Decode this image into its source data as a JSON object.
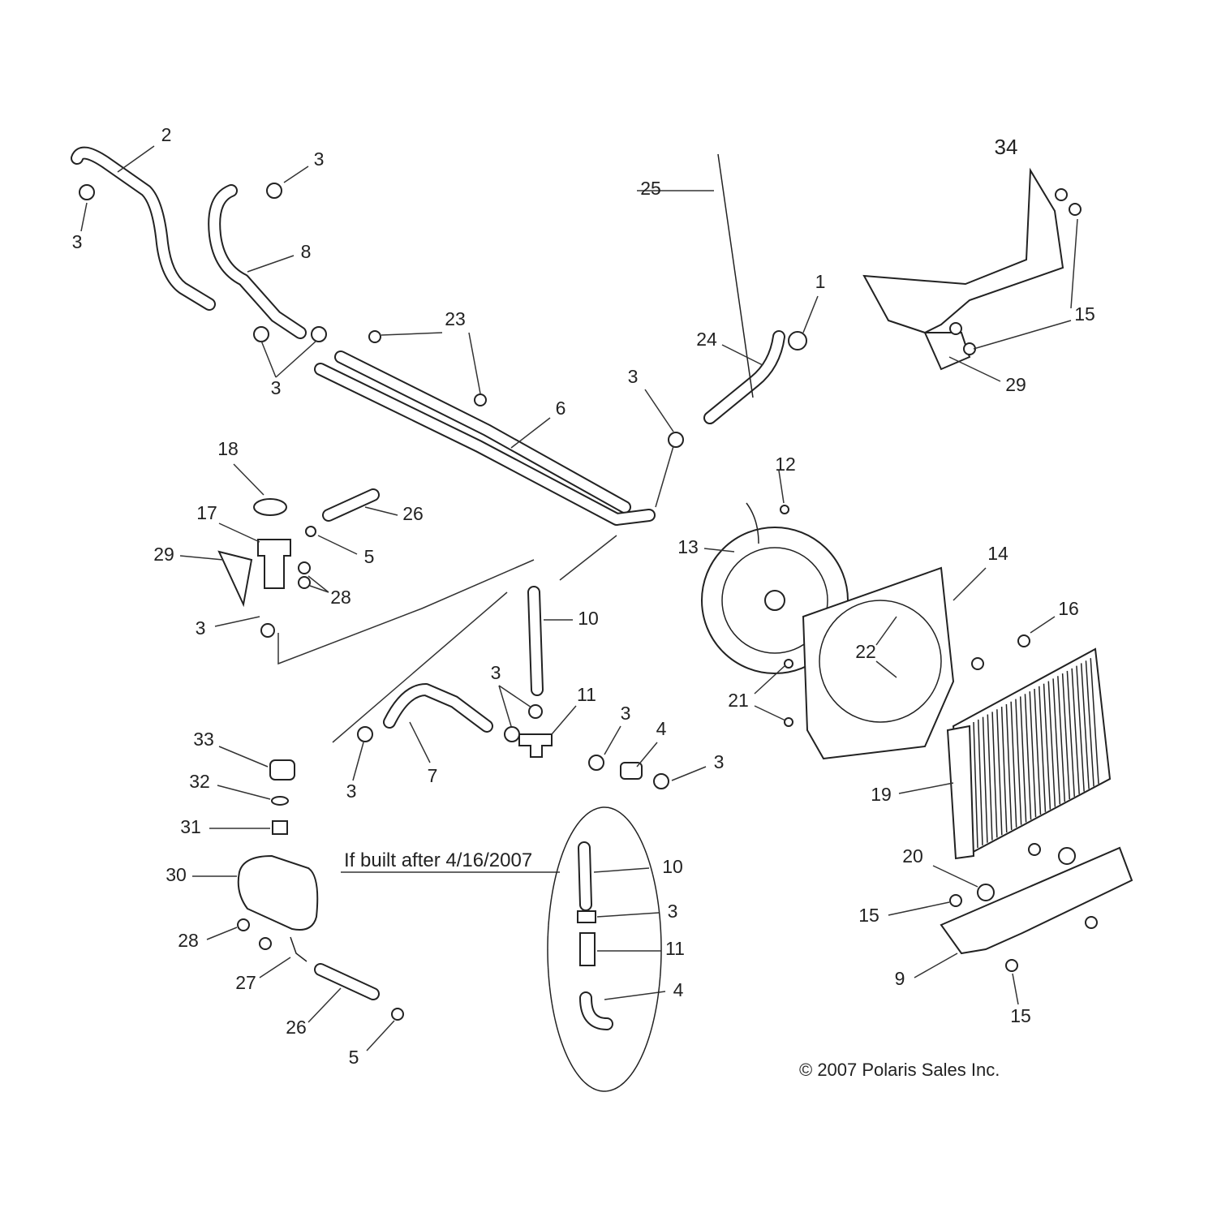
{
  "callouts": [
    "2",
    "3",
    "3",
    "8",
    "3",
    "23",
    "6",
    "25",
    "1",
    "24",
    "3",
    "34",
    "15",
    "29",
    "18",
    "17",
    "26",
    "29",
    "5",
    "28",
    "3",
    "10",
    "12",
    "13",
    "14",
    "16",
    "22",
    "21",
    "3",
    "11",
    "3",
    "4",
    "3",
    "7",
    "3",
    "33",
    "32",
    "31",
    "30",
    "10",
    "3",
    "11",
    "4",
    "28",
    "27",
    "26",
    "5",
    "19",
    "20",
    "15",
    "9",
    "15"
  ],
  "inset_note": "If built after 4/16/2007",
  "copyright": "© 2007 Polaris Sales Inc."
}
